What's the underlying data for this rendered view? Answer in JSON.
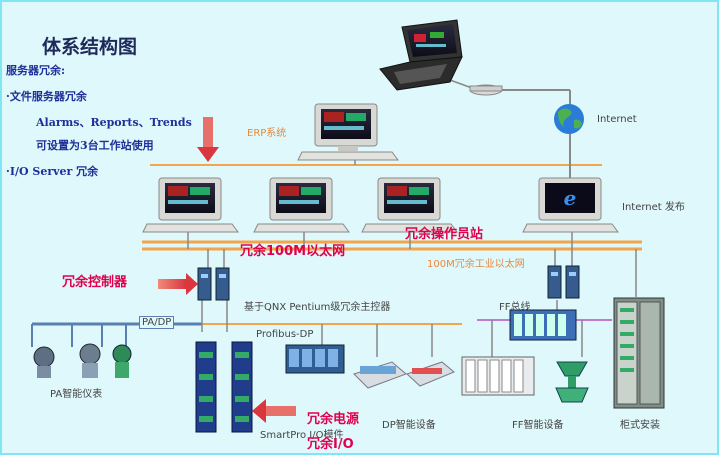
{
  "title": "体系结构图",
  "left_text": {
    "heading": "服务器冗余:",
    "item1": "·文件服务器冗余",
    "item1_detail": "Alarms、Reports、Trends",
    "item1_detail2": "可设置为3台工作站使用",
    "item2": "·I/O Server 冗余"
  },
  "labels": {
    "erp": "ERP系统",
    "internet": "Internet",
    "internet_publish": "Internet 发布",
    "redundant_100m": "冗余100M以太网",
    "redundant_operator": "冗余操作员站",
    "industrial_ethernet": "100M冗余工业以太网",
    "redundant_controller": "冗余控制器",
    "qnx": "基于QNX Pentium级冗余主控器",
    "pa_dp": "PA/DP",
    "profibus": "Profibus-DP",
    "ff_bus": "FF总线",
    "pa_instruments": "PA智能仪表",
    "smartpro": "SmartPro I/O模件",
    "dp_devices": "DP智能设备",
    "ff_devices": "FF智能设备",
    "cabinet": "柜式安装",
    "redundant_power": "冗余电源",
    "redundant_io": "冗余I/O"
  },
  "colors": {
    "bus_orange": "#f3a54a",
    "arrow_red": "#d9363e",
    "title_navy": "#1d2a5a",
    "label_red": "#e0004c",
    "background": "#dff8fb"
  }
}
